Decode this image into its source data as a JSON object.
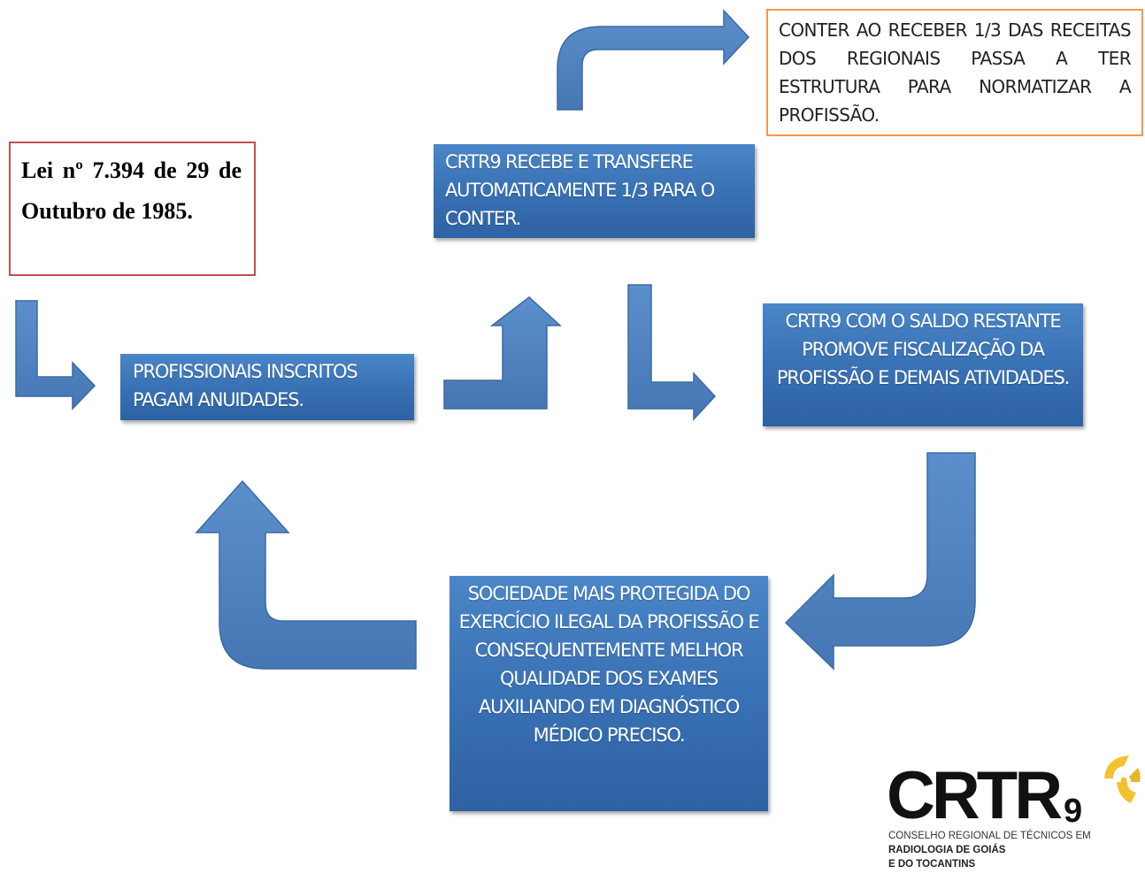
{
  "boxes": {
    "lei": "Lei nº 7.394 de 29 de Outubro de 1985.",
    "conter": "CONTER AO RECEBER 1/3 DAS RECEITAS DOS REGIONAIS PASSA A TER ESTRUTURA PARA NORMATIZAR A PROFISSÃO.",
    "profissionais": "PROFISSIONAIS INSCRITOS PAGAM ANUIDADES.",
    "recebe": "CRTR9 RECEBE E TRANSFERE AUTOMATICAMENTE 1/3 PARA O CONTER.",
    "saldo": "CRTR9 COM O SALDO RESTANTE PROMOVE FISCALIZAÇÃO DA PROFISSÃO E DEMAIS ATIVIDADES.",
    "sociedade": "SOCIEDADE MAIS PROTEGIDA DO EXERCÍCIO ILEGAL DA PROFISSÃO E CONSEQUENTEMENTE MELHOR QUALIDADE DOS EXAMES AUXILIANDO EM DIAGNÓSTICO MÉDICO PRECISO."
  },
  "logo": {
    "name": "CRTR",
    "number": "9",
    "line1": "CONSELHO REGIONAL DE TÉCNICOS EM",
    "line2": "RADIOLOGIA DE GOIÁS",
    "line3": "E DO TOCANTINS"
  },
  "colors": {
    "box_blue": "#3a73b6",
    "arrow_blue": "#4f81bd",
    "arrow_outline": "#3a6aa3",
    "lei_border": "#c0504d",
    "conter_border": "#f79646",
    "logo_yellow": "#f2c230"
  }
}
